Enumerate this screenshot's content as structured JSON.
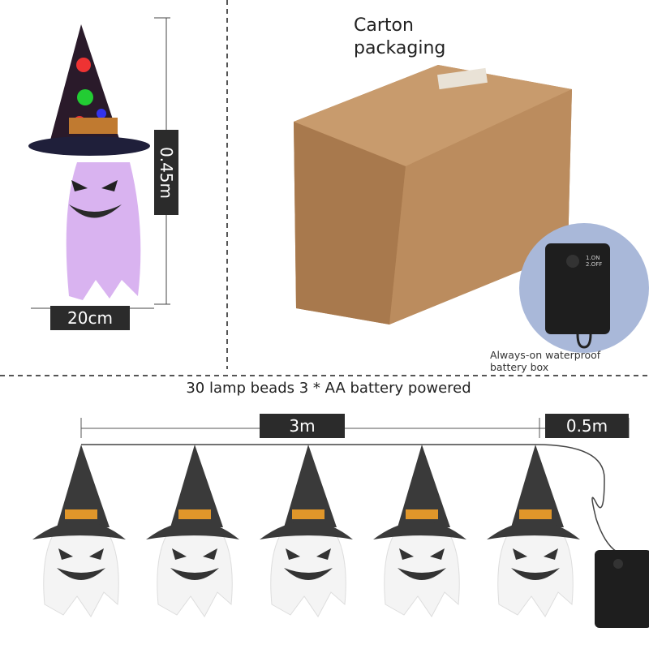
{
  "top_left": {
    "height_label": "0.45m",
    "width_label": "20cm"
  },
  "top_right": {
    "title_line1": "Carton",
    "title_line2": "packaging",
    "battery_caption_line1": "Always-on waterproof",
    "battery_caption_line2": "battery box",
    "switch_label_on": "1.ON",
    "switch_label_off": "2.OFF"
  },
  "bottom": {
    "heading": "30 lamp beads 3 * AA battery powered",
    "length_main": "3m",
    "length_lead": "0.5m",
    "ghost_count": 5
  },
  "colors": {
    "carton": "#b88a5e",
    "circle": "#a9b8d9",
    "label_box": "#2b2b2b",
    "hat": "#3a3a3a",
    "buckle": "#e0962a"
  }
}
